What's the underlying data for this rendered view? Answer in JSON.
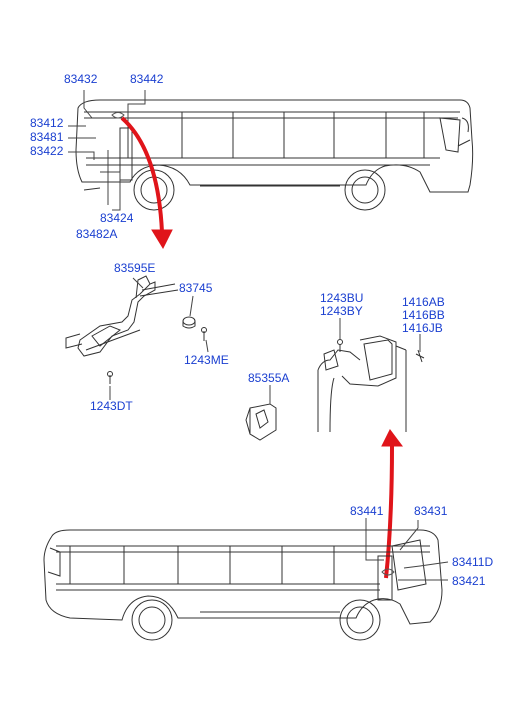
{
  "colors": {
    "label": "#1a3fd0",
    "line": "#333333",
    "arrow": "#e0141a",
    "fill": "#ffffff"
  },
  "labels": {
    "top_83432": "83432",
    "top_83442": "83442",
    "top_83412": "83412",
    "top_83481": "83481",
    "top_83422": "83422",
    "top_83424": "83424",
    "top_83482A": "83482A",
    "mid_83595E": "83595E",
    "mid_83745": "83745",
    "mid_1243ME": "1243ME",
    "mid_1243DT": "1243DT",
    "mid_85355A": "85355A",
    "mid_1243BU": "1243BU",
    "mid_1243BY": "1243BY",
    "mid_1416AB": "1416AB",
    "mid_1416BB": "1416BB",
    "mid_1416JB": "1416JB",
    "bot_83441": "83441",
    "bot_83431": "83431",
    "bot_83411D": "83411D",
    "bot_83421": "83421"
  }
}
